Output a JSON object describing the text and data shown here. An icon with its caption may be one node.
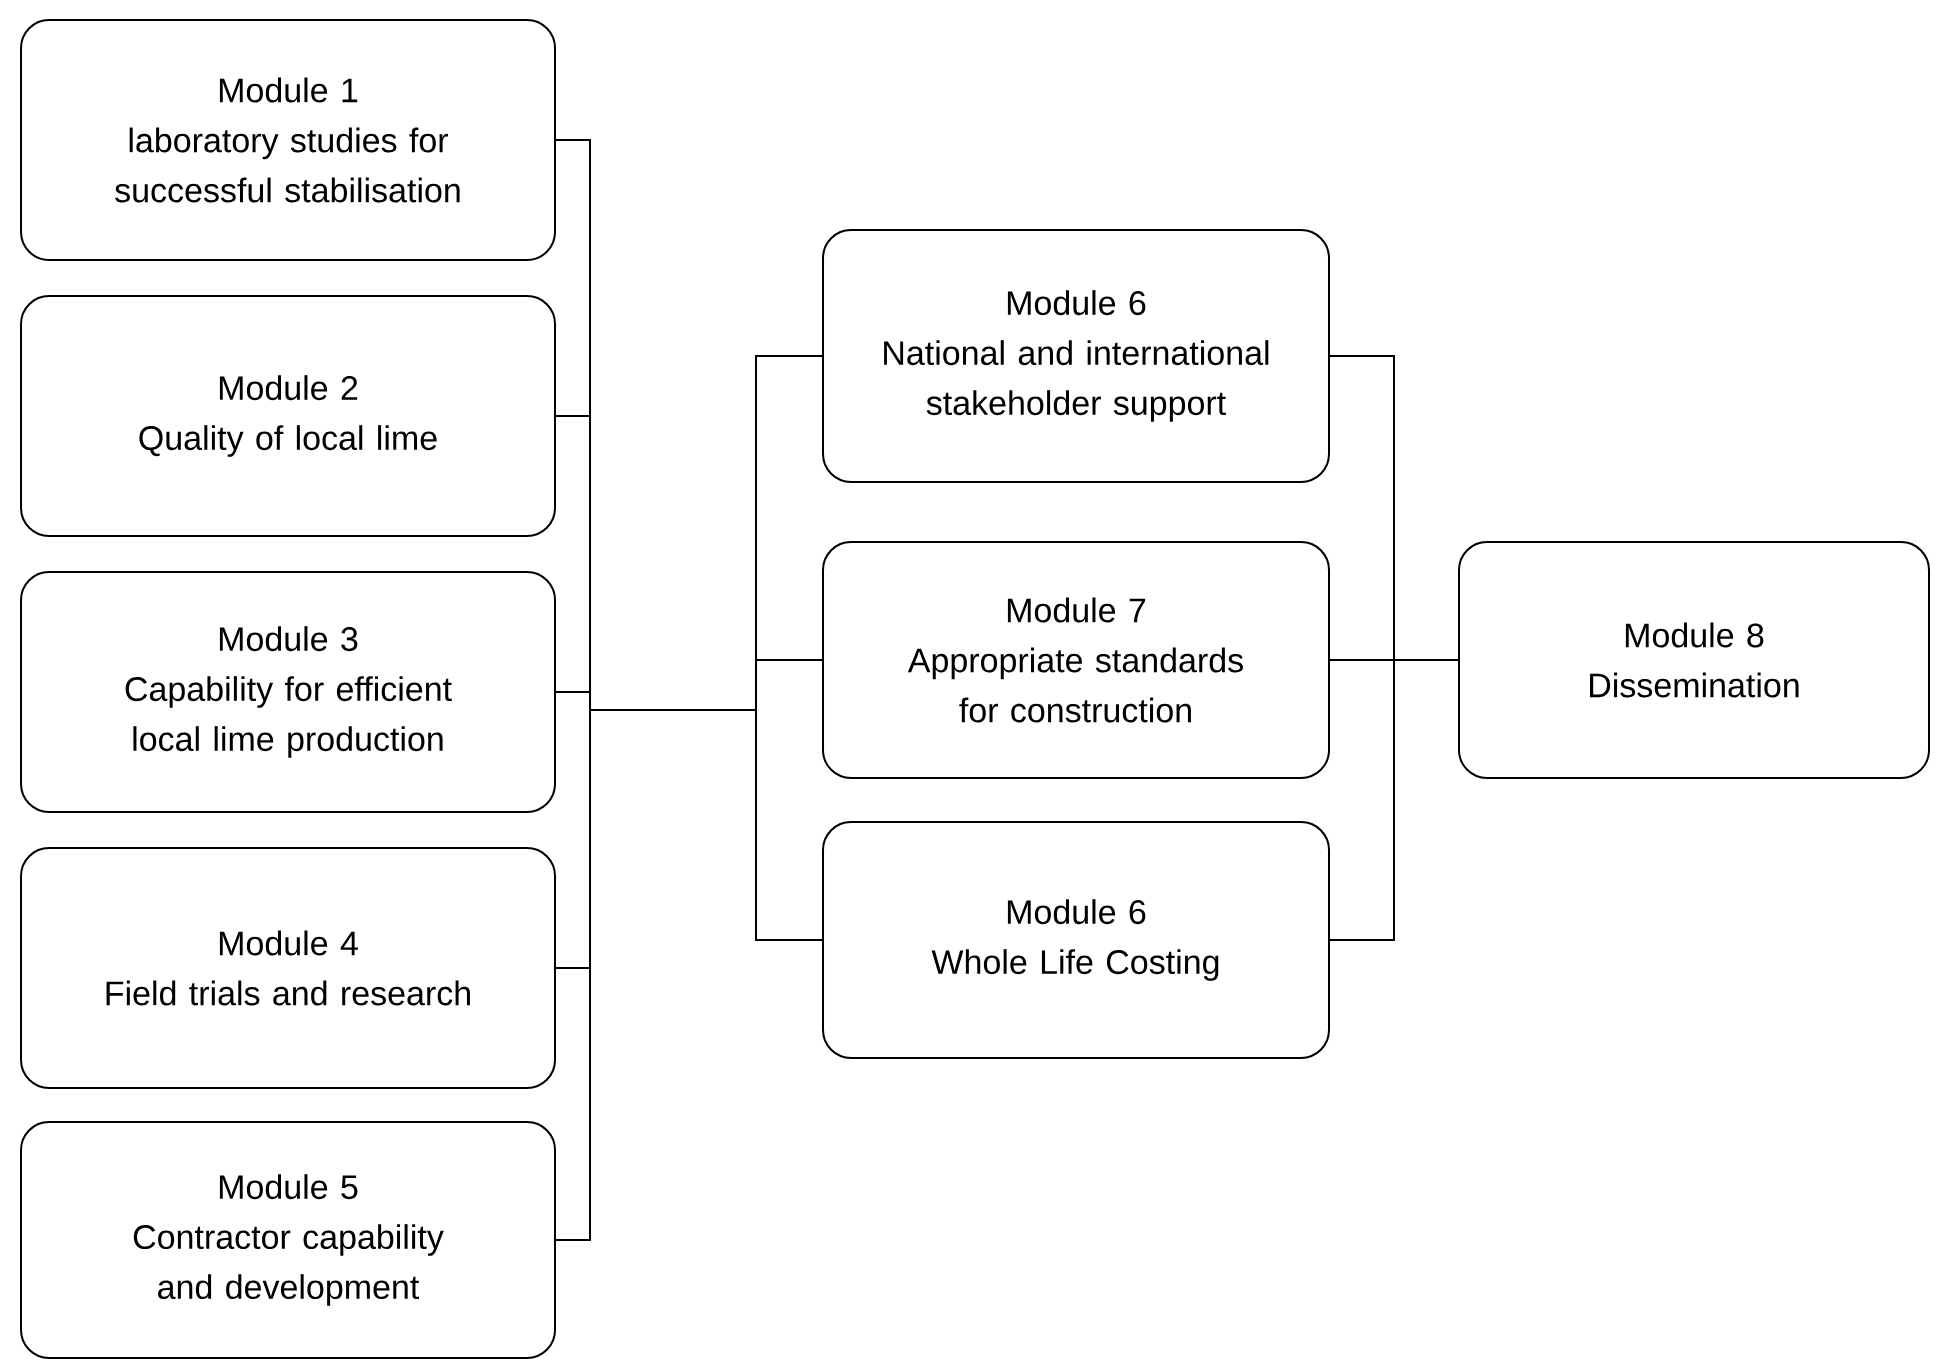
{
  "diagram": {
    "nodes": [
      {
        "text": [
          "Module 1",
          "laboratory studies for successful stabilisation"
        ]
      },
      {
        "text": [
          "Module 2",
          "Quality of local lime"
        ]
      },
      {
        "text": [
          "Module 3",
          "Capability for efficient local lime production"
        ]
      },
      {
        "text": [
          "Module 4",
          "Field trials and research"
        ]
      },
      {
        "text": [
          "Module 5",
          "Contractor capability and development"
        ]
      },
      {
        "text": [
          "Module 6",
          "National and international stakeholder support"
        ]
      },
      {
        "text": [
          "Module 7",
          "Appropriate standards for construction"
        ]
      },
      {
        "text": [
          "Module 6",
          "Whole Life Costing"
        ]
      },
      {
        "text": [
          "Module 8",
          "Dissemination"
        ]
      }
    ],
    "edges": [
      {
        "from": 0,
        "to": 5,
        "arrow": "none"
      },
      {
        "from": 0,
        "to": 6,
        "arrow": "none"
      },
      {
        "from": 0,
        "to": 7,
        "arrow": "none"
      },
      {
        "from": 1,
        "to": 5,
        "arrow": "none"
      },
      {
        "from": 1,
        "to": 6,
        "arrow": "none"
      },
      {
        "from": 1,
        "to": 7,
        "arrow": "none"
      },
      {
        "from": 2,
        "to": 5,
        "arrow": "none"
      },
      {
        "from": 2,
        "to": 6,
        "arrow": "none"
      },
      {
        "from": 2,
        "to": 7,
        "arrow": "none"
      },
      {
        "from": 3,
        "to": 5,
        "arrow": "none"
      },
      {
        "from": 3,
        "to": 6,
        "arrow": "none"
      },
      {
        "from": 3,
        "to": 7,
        "arrow": "none"
      },
      {
        "from": 4,
        "to": 5,
        "arrow": "none"
      },
      {
        "from": 4,
        "to": 6,
        "arrow": "none"
      },
      {
        "from": 4,
        "to": 7,
        "arrow": "none"
      },
      {
        "from": 5,
        "to": 8,
        "arrow": "none"
      },
      {
        "from": 6,
        "to": 8,
        "arrow": "none"
      },
      {
        "from": 7,
        "to": 8,
        "arrow": "none"
      }
    ]
  }
}
